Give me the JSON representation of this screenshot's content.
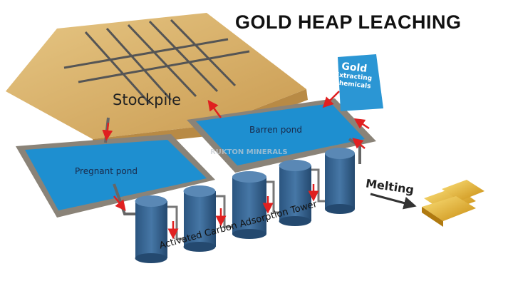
{
  "title": "GOLD HEAP LEACHING",
  "labels": {
    "stockpile": "Stockpile",
    "barren_pond": "Barren pond",
    "pregnant_pond": "Pregnant pond",
    "melting": "Melting",
    "tower": "Activated Carbon Adsorption Tower"
  },
  "bag": {
    "line1": "Gold",
    "line2": "Extracting",
    "line3": "Chemicals"
  },
  "watermark": "RUKTON MINERALS",
  "colors": {
    "water": "#1e8fd0",
    "sand": "#d9b36c",
    "tower": "#3a6a9a",
    "arrow": "#e02020",
    "gold": "#e8b820"
  }
}
